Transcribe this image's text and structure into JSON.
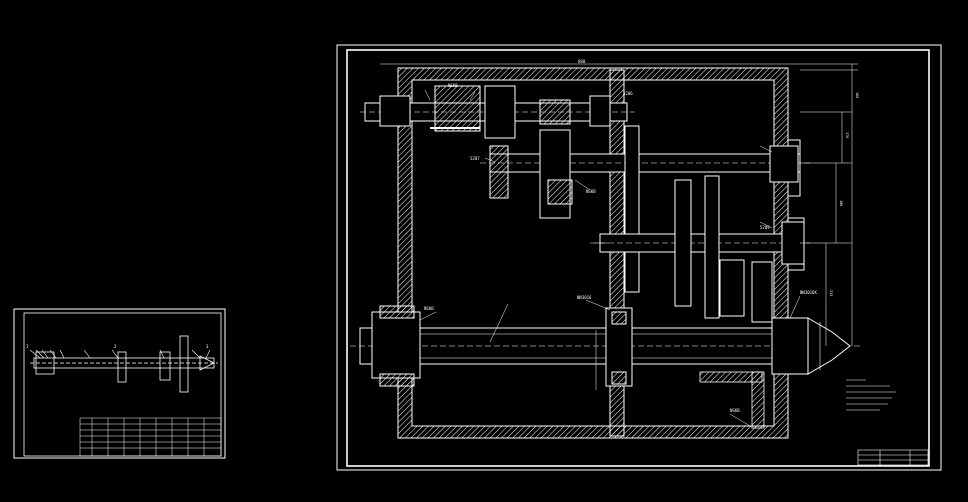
{
  "canvas": {
    "background": "#000000",
    "line_color": "#ffffff"
  },
  "main_sheet": {
    "labels": {
      "top_dim": "880",
      "input_shaft": "NSKB",
      "shaft_label": "5206",
      "mid_left": "5207",
      "gear_mid": "NSKB",
      "tag_right": "5209",
      "spindle_bearing": "NN3016",
      "spindle": "NSKB",
      "spindle_right": "NN3016K",
      "lower_tag": "NSKB"
    },
    "right_dims": [
      "160",
      "170",
      "180",
      "215"
    ]
  },
  "thumb_sheet": {
    "labels": {
      "a": "1",
      "b": "2",
      "c": "3"
    }
  }
}
